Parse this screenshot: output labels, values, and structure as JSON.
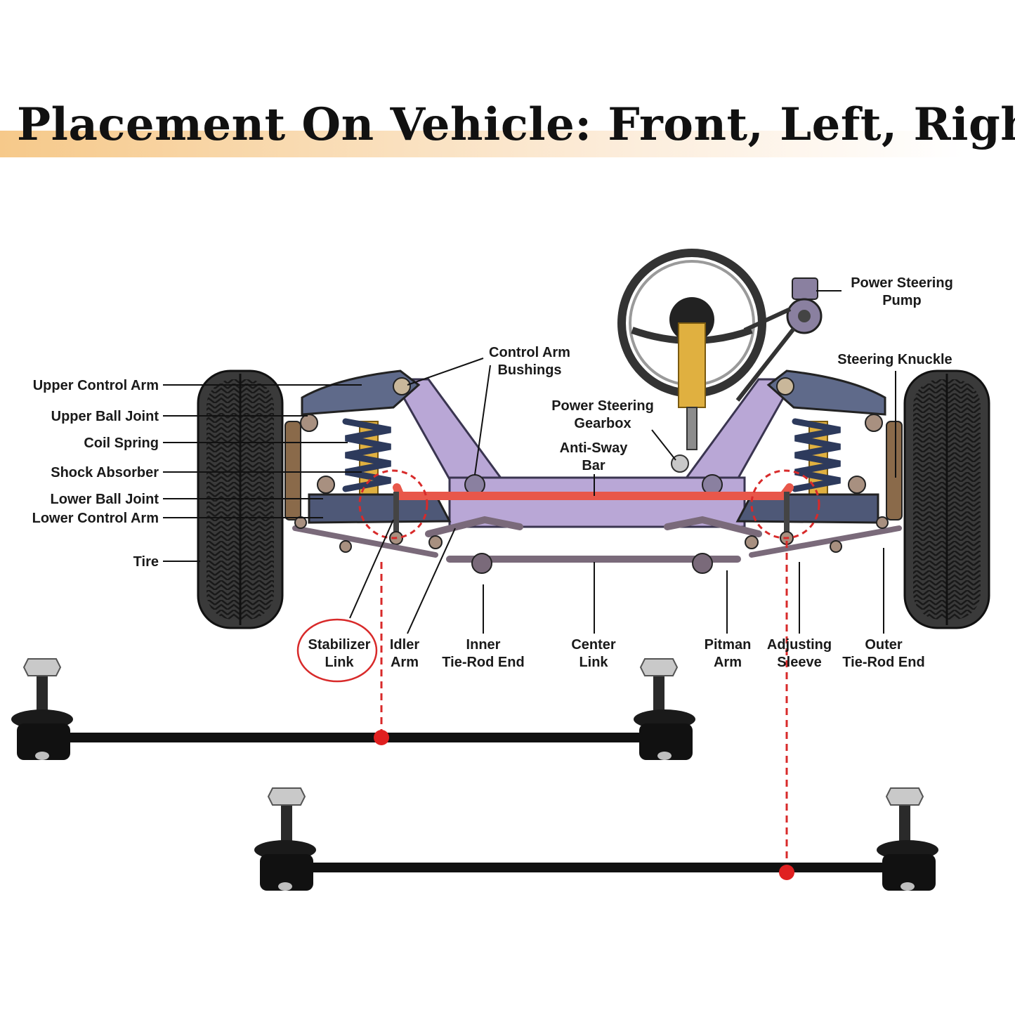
{
  "title": "Placement On Vehicle: Front, Left, Right",
  "labels": {
    "upper_control_arm": "Upper Control Arm",
    "upper_ball_joint": "Upper Ball Joint",
    "coil_spring": "Coil Spring",
    "shock_absorber": "Shock Absorber",
    "lower_ball_joint": "Lower Ball Joint",
    "lower_control_arm": "Lower Control Arm",
    "tire": "Tire",
    "control_arm_bushings": [
      "Control Arm",
      "Bushings"
    ],
    "power_steering_gearbox": [
      "Power Steering",
      "Gearbox"
    ],
    "anti_sway_bar": [
      "Anti-Sway",
      "Bar"
    ],
    "power_steering_pump": [
      "Power Steering",
      "Pump"
    ],
    "steering_knuckle": "Steering Knuckle",
    "stabilizer_link": [
      "Stabilizer",
      "Link"
    ],
    "idler_arm": [
      "Idler",
      "Arm"
    ],
    "inner_tie_rod_end": [
      "Inner",
      "Tie-Rod End"
    ],
    "center_link": [
      "Center",
      "Link"
    ],
    "pitman_arm": [
      "Pitman",
      "Arm"
    ],
    "adjusting_sleeve": [
      "Adjusting",
      "Sleeve"
    ],
    "outer_tie_rod_end": [
      "Outer",
      "Tie-Rod End"
    ]
  },
  "colors": {
    "frame": "#b9a7d6",
    "arm": "#5f6a8a",
    "spring": "#2d3a5c",
    "shock": "#e0b040",
    "anti_sway": "#e8574a",
    "highlight": "#d82a2a",
    "tire": "#3a3a3a"
  }
}
